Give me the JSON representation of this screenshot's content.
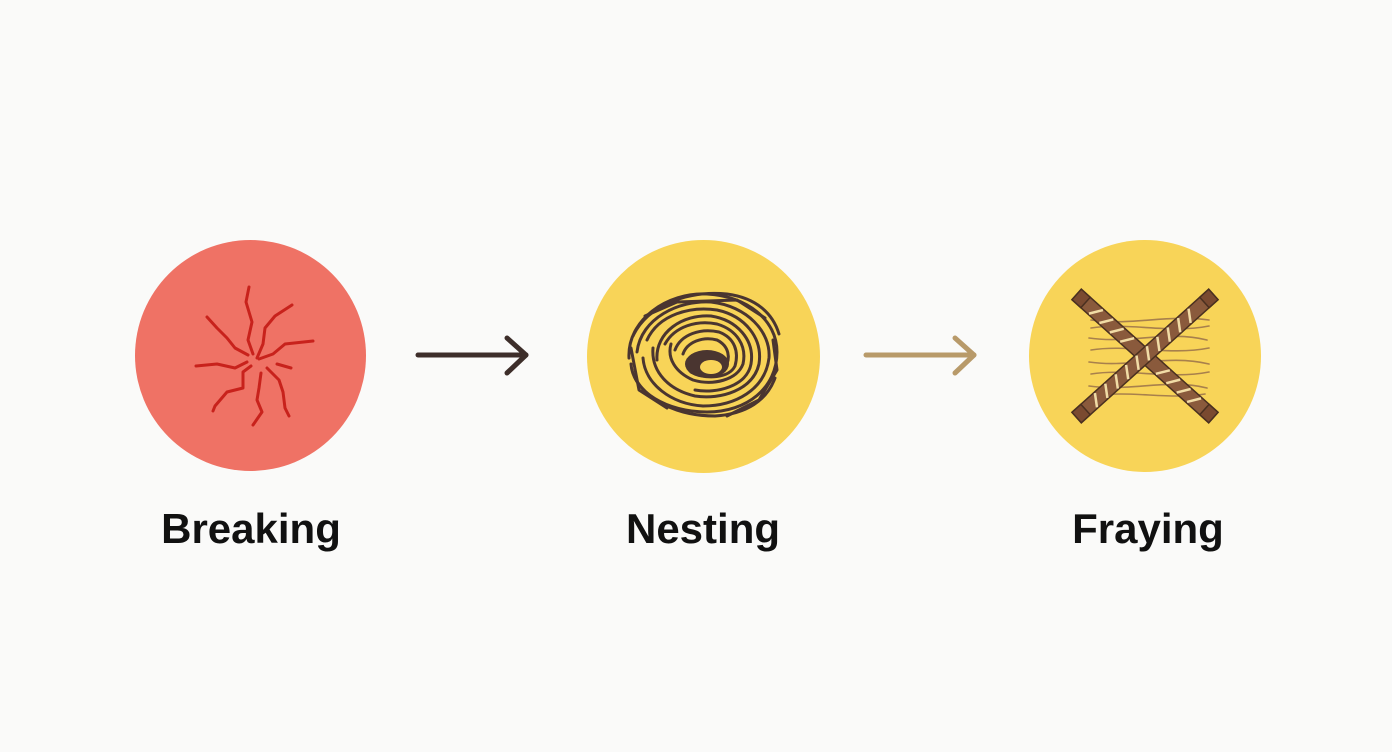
{
  "diagram": {
    "background": "#fafaf9",
    "stages": [
      {
        "label": "Breaking",
        "icon": "cracked-circle-icon",
        "circle_color": "#ef7265",
        "icon_color": "#c8221c"
      },
      {
        "label": "Nesting",
        "icon": "tangled-nest-icon",
        "circle_color": "#f8d458",
        "icon_color": "#4a3530"
      },
      {
        "label": "Fraying",
        "icon": "frayed-crossed-rope-icon",
        "circle_color": "#f8d458",
        "icon_color": "#8a6248"
      }
    ],
    "arrows": [
      {
        "from": "Breaking",
        "to": "Nesting",
        "icon": "arrow-right-icon",
        "color": "#3d2e2a"
      },
      {
        "from": "Nesting",
        "to": "Fraying",
        "icon": "arrow-right-icon",
        "color": "#b89a6a"
      }
    ]
  }
}
